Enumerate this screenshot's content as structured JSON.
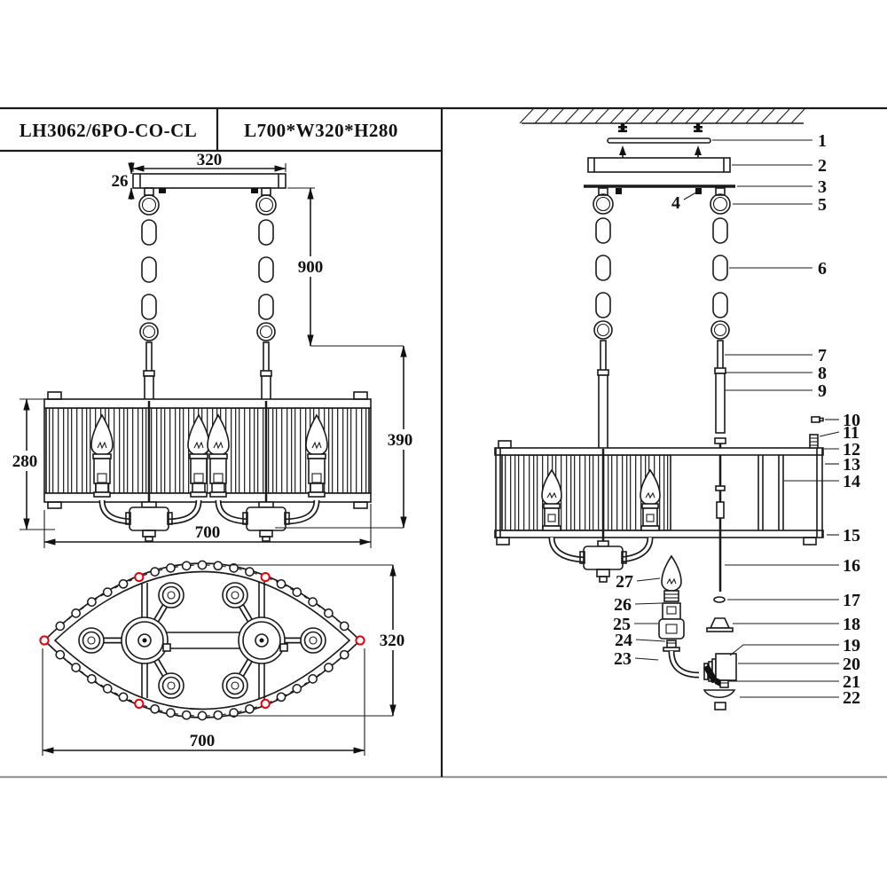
{
  "title_block": {
    "model": "LH3062/6PO-CO-CL",
    "dimensions": "L700*W320*H280"
  },
  "front_view": {
    "canopy_width": "320",
    "canopy_height": "26",
    "suspension_height": "900",
    "lower_height": "390",
    "shade_height": "280",
    "shade_length": "700"
  },
  "top_view": {
    "width": "320",
    "length": "700"
  },
  "exploded_view": {
    "callouts": [
      "1",
      "2",
      "3",
      "4",
      "5",
      "6",
      "7",
      "8",
      "9",
      "10",
      "11",
      "12",
      "13",
      "14",
      "15",
      "16",
      "17",
      "18",
      "19",
      "20",
      "21",
      "22",
      "23",
      "24",
      "25",
      "26",
      "27"
    ]
  },
  "colors": {
    "line": "#1a1a1a",
    "accent_red": "#e8000d",
    "border_gray": "#999999"
  }
}
